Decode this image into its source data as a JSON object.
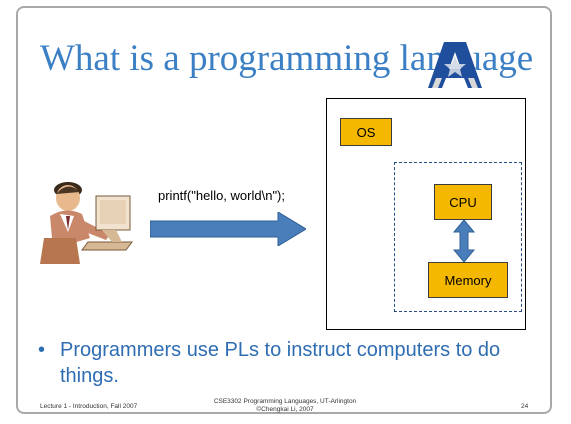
{
  "slide": {
    "title": "What is a programming language",
    "code_label": "printf(\"hello, world\\n\");",
    "os_label": "OS",
    "cpu_label": "CPU",
    "memory_label": "Memory",
    "bullet_glyph": "•",
    "bullet_text": "Programmers use PLs to instruct computers to do things."
  },
  "footer": {
    "left": "Lecture 1 - Introduction, Fall 2007",
    "center_line1": "CSE3302 Programming Languages, UT-Arlington",
    "center_line2": "©Chengkai Li, 2007",
    "page_number": "24"
  },
  "colors": {
    "title": "#3b7fc4",
    "bullet": "#2f6db3",
    "chip": "#f5b800",
    "arrow": "#4a7ebb",
    "logo": "#1f4e9c"
  },
  "icons": {
    "logo": "ut-arlington-logo",
    "person": "programmer-at-computer-clipart"
  }
}
